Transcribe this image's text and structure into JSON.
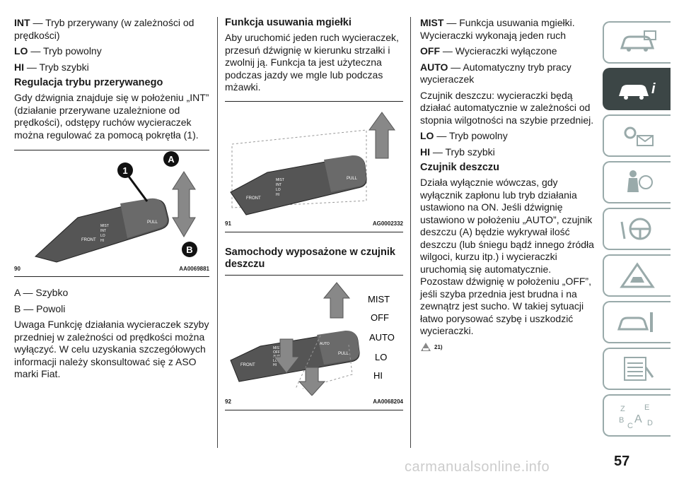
{
  "col1": {
    "int_term": "INT",
    "int_text": " — Tryb przerywany (w zależności od prędkości)",
    "lo_term": "LO",
    "lo_text": " — Tryb powolny",
    "hi_term": "HI",
    "hi_text": " — Tryb szybki",
    "heading": "Regulacja trybu przerywanego",
    "para": "Gdy dźwignia znajduje się w położeniu „INT” (działanie przerywane uzależnione od prędkości), odstępy ruchów wycieraczek można regulować za pomocą pokrętła (1).",
    "figure": {
      "number": "90",
      "code": "AA0069881",
      "label1": "1",
      "labelA": "A",
      "labelB": "B",
      "stalk_labels": [
        "MIST",
        "INT",
        "LO",
        "HI"
      ],
      "front": "FRONT",
      "pull": "PULL"
    },
    "a_text": "A — Szybko",
    "b_text": "B — Powoli",
    "note": "Uwaga Funkcję działania wycieraczek szyby przedniej w zależności od prędkości można wyłączyć. W celu uzyskania szczegółowych informacji należy skonsultować się z ASO marki Fiat."
  },
  "col2": {
    "heading1": "Funkcja usuwania mgiełki",
    "para1": "Aby uruchomić jeden ruch wycieraczek, przesuń dźwignię w kierunku strzałki i zwolnij ją. Funkcja ta jest użyteczna podczas jazdy we mgle lub podczas mżawki.",
    "figure1": {
      "number": "91",
      "code": "AG0002332",
      "stalk_labels": [
        "MIST",
        "INT",
        "LO",
        "HI"
      ],
      "front": "FRONT",
      "pull": "PULL"
    },
    "heading2": "Samochody wyposażone w czujnik deszczu",
    "figure2": {
      "number": "92",
      "code": "AA0068204",
      "stalk_labels": [
        "MIST",
        "OFF",
        "AUTO",
        "LO",
        "HI"
      ],
      "front": "FRONT",
      "pull": "PULL",
      "auto": "AUTO",
      "callouts": [
        "MIST",
        "OFF",
        "AUTO",
        "LO",
        "HI"
      ]
    }
  },
  "col3": {
    "mist_term": "MIST",
    "mist_text": " — Funkcja usuwania mgiełki. Wycieraczki wykonają jeden ruch",
    "off_term": "OFF",
    "off_text": " — Wycieraczki wyłączone",
    "auto_term": "AUTO",
    "auto_text": " — Automatyczny tryb pracy wycieraczek",
    "para1": "Czujnik deszczu: wycieraczki będą działać automatycznie w zależności od stopnia wilgotności na szybie przedniej.",
    "lo_term": "LO",
    "lo_text": " — Tryb powolny",
    "hi_term": "HI",
    "hi_text": " — Tryb szybki",
    "heading": "Czujnik deszczu",
    "para2": "Działa wyłącznie wówczas, gdy wyłącznik zapłonu lub tryb działania ustawiono na ON. Jeśli dźwignię ustawiono w położeniu „AUTO”, czujnik deszczu (A) będzie wykrywał ilość deszczu (lub śniegu bądź innego źródła wilgoci, kurzu itp.) i wycieraczki uruchomią się automatycznie. Pozostaw dźwignię w położeniu „OFF”, jeśli szyba przednia jest brudna i na zewnątrz jest sucho. W takiej sytuacji łatwo porysować szybę i uszkodzić wycieraczki.",
    "warning_ref": "21)"
  },
  "page_number": "57",
  "footer": "carmanualsonline.info",
  "colors": {
    "active_tab": "#3c4646",
    "arrow": "#777777",
    "text": "#1a1a1a"
  },
  "sidebar_icons": [
    "car-dashboard-icon",
    "car-info-icon",
    "lights-mail-icon",
    "airbag-person-icon",
    "steering-wheel-icon",
    "warning-triangle-icon",
    "car-service-icon",
    "spec-list-icon",
    "alphabet-index-icon"
  ]
}
